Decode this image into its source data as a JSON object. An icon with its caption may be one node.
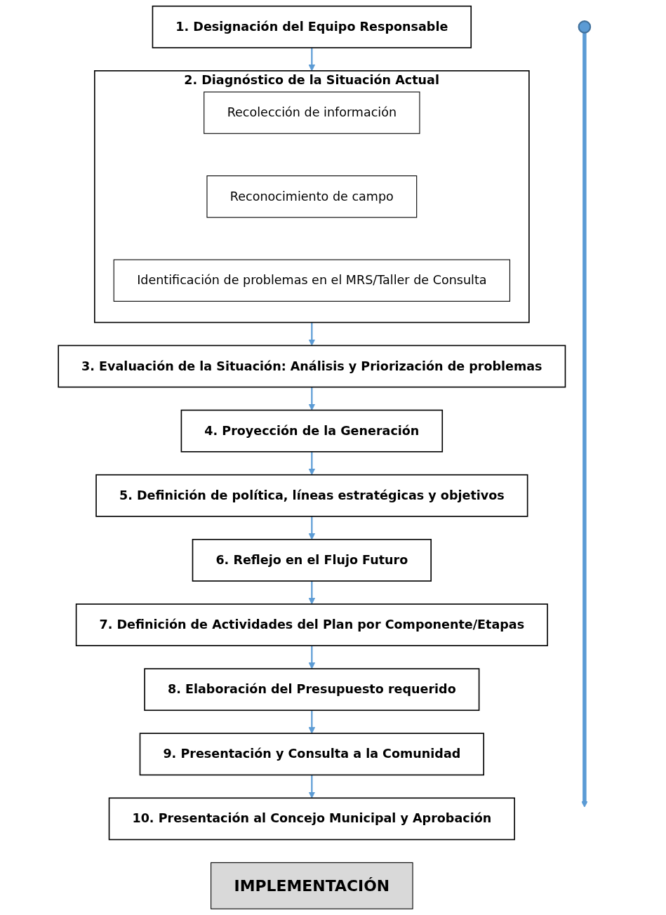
{
  "diagram": {
    "nodes": [
      {
        "text": [
          "1. Designación del Equipo Responsable"
        ]
      },
      {
        "text": [
          "2. Diagnóstico de la Situación Actual"
        ]
      },
      {
        "text": [
          "Recolección de información"
        ],
        "in": 1
      },
      {
        "text": [
          "Reconocimiento de campo"
        ],
        "in": 1
      },
      {
        "text": [
          "Identificación de problemas en el MRS/Taller de Consulta"
        ],
        "in": 1
      },
      {
        "text": [
          "3. Evaluación de la Situación: Análisis y Priorización de problemas"
        ]
      },
      {
        "text": [
          "4. Proyección de la Generación"
        ]
      },
      {
        "text": [
          "5. Definición de política, líneas estratégicas y objetivos"
        ]
      },
      {
        "text": [
          "6. Reflejo en el Flujo Futuro"
        ]
      },
      {
        "text": [
          "7. Definición de Actividades del Plan por Componente/Etapas"
        ]
      },
      {
        "text": [
          "8. Elaboración del Presupuesto requerido"
        ]
      },
      {
        "text": [
          "9. Presentación y Consulta a la Comunidad"
        ]
      },
      {
        "text": [
          "10. Presentación al Concejo Municipal y Aprobación"
        ]
      },
      {
        "text": [
          "IMPLEMENTACIÓN"
        ]
      },
      {
        "text": [],
        "shape": "circle"
      }
    ],
    "edges": [
      {
        "from": 0,
        "to": 1,
        "arrow": "to"
      },
      {
        "from": 1,
        "to": 5,
        "arrow": "to"
      },
      {
        "from": 5,
        "to": 6,
        "arrow": "to"
      },
      {
        "from": 6,
        "to": 7,
        "arrow": "to"
      },
      {
        "from": 7,
        "to": 8,
        "arrow": "to"
      },
      {
        "from": 8,
        "to": 9,
        "arrow": "to"
      },
      {
        "from": 9,
        "to": 10,
        "arrow": "to"
      },
      {
        "from": 10,
        "to": 11,
        "arrow": "to"
      },
      {
        "from": 11,
        "to": 12,
        "arrow": "to"
      },
      {
        "from": 14,
        "to": null,
        "arrow": "to",
        "style": "thick"
      }
    ]
  }
}
